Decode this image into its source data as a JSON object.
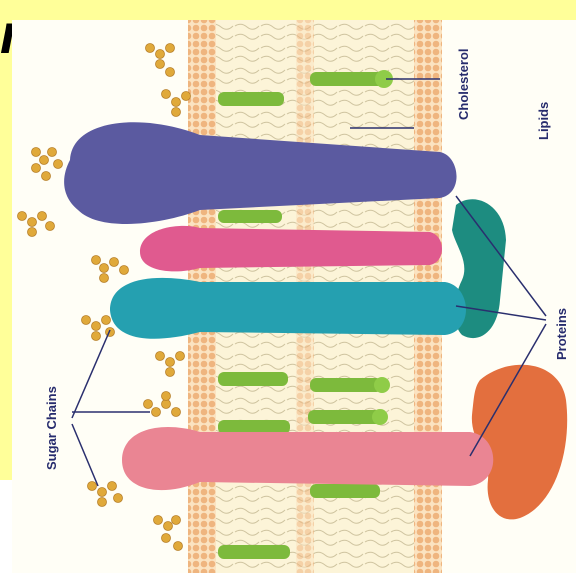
{
  "slide": {
    "corner_glyph": "n",
    "colors": {
      "banner": "#ffff99",
      "lipid_band": "#f7e7b7",
      "head_dots": "#efb57f",
      "cholesterol": "#7dba3c",
      "protein_purple": "#5b5aa0",
      "protein_magenta": "#e05a8f",
      "protein_teal": "#25a0b0",
      "protein_dark_teal": "#1d8c80",
      "protein_pink": "#ea8593",
      "protein_orange": "#e36f3e",
      "sugar": "#e0a93a",
      "label_text": "#262b6d"
    }
  },
  "diagram": {
    "labels": {
      "cholesterol": "Cholesterol",
      "lipids": "Lipids",
      "proteins": "Proteins",
      "sugar_chains": "Sugar Chains"
    }
  }
}
